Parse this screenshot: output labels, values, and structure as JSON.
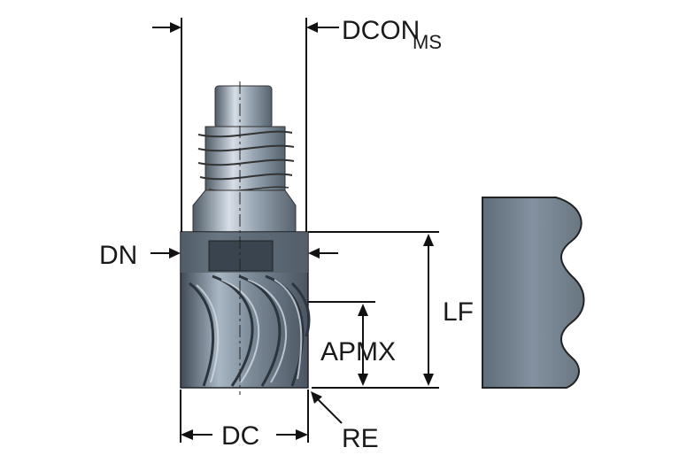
{
  "labels": {
    "dcon_main": "DCON",
    "dcon_sub": "MS",
    "dn": "DN",
    "lf": "LF",
    "apmx": "APMX",
    "dc": "DC",
    "re": "RE"
  },
  "colors": {
    "steel_dark": "#4d5965",
    "steel_mid": "#8a97a5",
    "steel_light": "#c5cfd9",
    "line": "#111111",
    "profile_fill": "#6f7d8b"
  }
}
